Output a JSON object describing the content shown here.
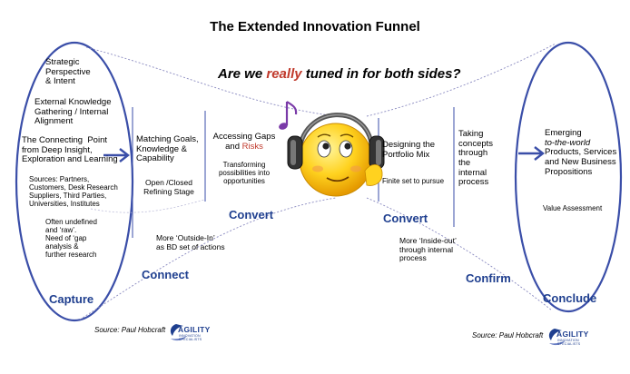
{
  "title": "The Extended Innovation Funnel",
  "question": {
    "before": "Are we",
    "emphasis": "really",
    "after": "tuned in for both sides?"
  },
  "left_oval": {
    "strategic": "Strategic\nPerspective\n& Intent",
    "external": "External Knowledge\nGathering / Internal\nAlignment",
    "connecting": "The Connecting  Point\nfrom Deep Insight,\nExploration and Learning",
    "sources": "Sources: Partners,\nCustomers, Desk Research\nSuppliers, Third Parties,\nUniversities, Institutes",
    "undefined": "Often undefined\nand ‘raw’.\nNeed of ‘gap\nanalysis &\nfurther research"
  },
  "matching": {
    "goals": "Matching Goals,\nKnowledge &\nCapability",
    "refining": "Open /Closed\nRefining Stage"
  },
  "accessing": {
    "line1": "Accessing Gaps",
    "line2_prefix": "and ",
    "line2_red": "Risks",
    "transforming": "Transforming\npossibilities into\nopportunities"
  },
  "outside_in": "More ‘Outside-In’\nas BD set of actions",
  "designing": {
    "portfolio": "Designing the\nPortfolio Mix",
    "finite": "Finite set to pursue"
  },
  "taking": "Taking\nconcepts\nthrough\nthe\ninternal\nprocess",
  "inside_out": "More ‘Inside-out’\nthrough internal\nprocess",
  "right_oval": {
    "emerging_line1": "Emerging",
    "emerging_line2": "to-the-world",
    "emerging_rest": "Products, Services\nand New Business\nPropositions",
    "value": "Value Assessment"
  },
  "stages": {
    "capture": "Capture",
    "connect": "Connect",
    "convert_left": "Convert",
    "convert_right": "Convert",
    "confirm": "Confirm",
    "conclude": "Conclude"
  },
  "source_left": "Source: Paul Hobcraft",
  "source_right": "Source: Paul Hobcraft",
  "logo": {
    "text": "AGILITY",
    "sub": "INNOVATION SPECIALISTS"
  },
  "colors": {
    "funnel_blue": "#3a4ea8",
    "stage_blue": "#1f3f8f",
    "accent_red": "#c0392b",
    "smiley_yellow": "#ffd21f",
    "headphone_gray": "#555555",
    "music_note_purple": "#7a3aa8"
  },
  "icons": [
    "smiley-with-headphones-icon",
    "music-note-icon",
    "arrow-right-icon",
    "agility-logo-icon"
  ]
}
